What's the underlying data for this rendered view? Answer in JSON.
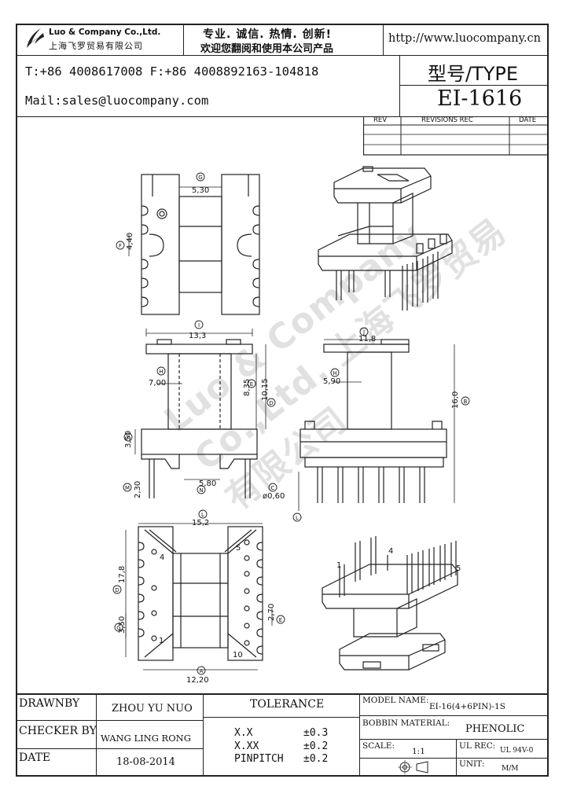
{
  "header": {
    "company_name_en": "Luo & Company Co.,Ltd.",
    "company_name_cn": "上海飞罗贸易有限公司",
    "slogan_line1": "专业. 诚信. 热情. 创新!",
    "slogan_line2": "欢迎您翻阅和使用本公司产品",
    "website": "http://www.luocompany.cn",
    "phone_fax": "T:+86 4008617008 F:+86 4008892163-104818",
    "mail": "Mail:sales@luocompany.com",
    "type_label": "型号/TYPE",
    "type_value": "EI-1616"
  },
  "revisions": {
    "col_rev": "REV",
    "col_rec": "REVISIONS REC",
    "col_date": "DATE"
  },
  "dimensions": {
    "d_530": "5,30",
    "d_440": "4,40",
    "d_133": "13,3",
    "d_700": "7,00",
    "d_835": "8,35",
    "d_1015": "10,15",
    "d_350a": "3,50",
    "d_230": "2,30",
    "d_580": "5,80",
    "d_060": "ø0,60",
    "d_118": "11,8",
    "d_590": "5,90",
    "d_160": "16,0",
    "d_152": "15,2",
    "d_178": "17,8",
    "d_350b": "3,50",
    "d_270": "2,70",
    "d_1220": "12,20"
  },
  "markers": {
    "A": "A",
    "B": "B",
    "C": "C",
    "D": "D",
    "E": "E",
    "F": "F",
    "G": "G",
    "H": "H",
    "I": "I",
    "J": "J",
    "K": "K",
    "L": "L",
    "M": "M",
    "N": "N"
  },
  "pins": {
    "p1": "1",
    "p4": "4",
    "p5": "5",
    "p10": "10",
    "iso_p1": "1",
    "iso_p4": "4",
    "iso_p5": "5"
  },
  "watermark": "Luo & Company Co.,Ltd. 上海飞罗贸易有限公司",
  "title_block": {
    "drawnby_label": "DRAWNBY",
    "drawnby_value": "ZHOU YU NUO",
    "checker_label": "CHECKER BY",
    "checker_value": "WANG LING RONG",
    "date_label": "DATE",
    "date_value": "18-08-2014",
    "tolerance_label": "TOLERANCE",
    "tol_xx_label": "X.X",
    "tol_xx_value": "±0.3",
    "tol_xxx_label": "X.XX",
    "tol_xxx_value": "±0.2",
    "tol_pin_label": "PINPITCH",
    "tol_pin_value": "±0.2",
    "model_label": "MODEL NAME:",
    "model_value": "EI-16(4+6PIN)-1S",
    "bobbin_label": "BOBBIN MATERIAL:",
    "bobbin_value": "PHENOLIC",
    "scale_label": "SCALE:",
    "scale_value": "1:1",
    "ul_label": "UL REC:",
    "ul_value": "UL 94V-0",
    "unit_label": "UNIT:",
    "unit_value": "M/M"
  }
}
